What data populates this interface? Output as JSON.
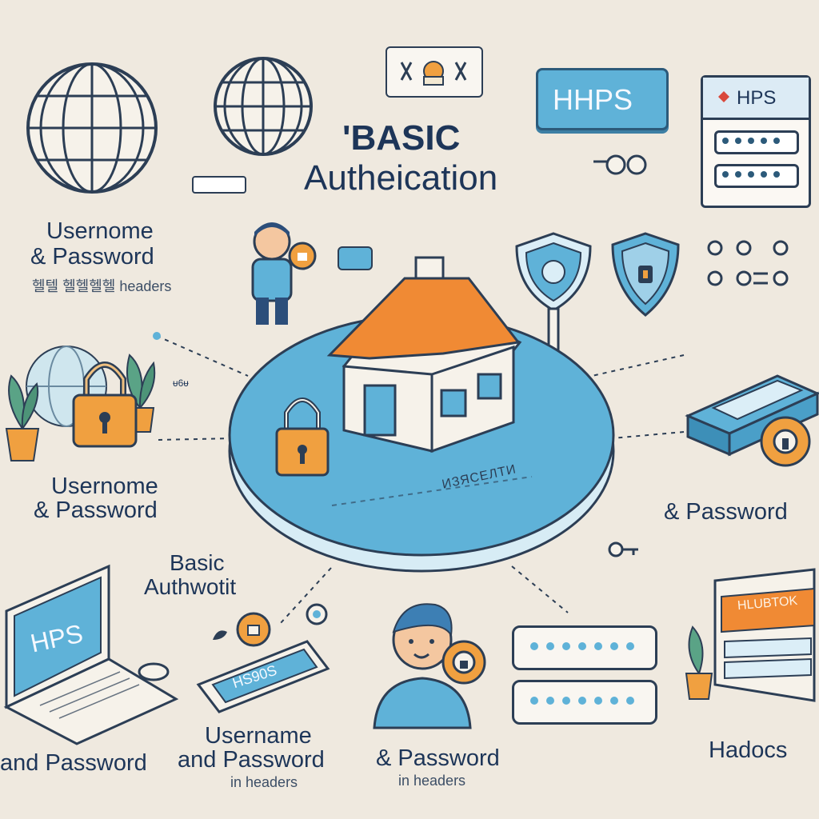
{
  "title": {
    "line1": "'BASIC",
    "line2": "Autheication"
  },
  "https_badge_top": "HHPS",
  "https_window_top": "HPS",
  "laptop_screen": "HPS",
  "tablet_screen": "HS90S",
  "banner_window": "HLUBTOK",
  "platform_label": "ИЗЯСЕЛТИ",
  "labels": {
    "top_left_1": "Usernome",
    "top_left_2": "& Password",
    "top_left_3": "헬텔 헬헬헬헬 headers",
    "mid_left_1": "Usernome",
    "mid_left_2": "& Password",
    "mid_right": "& Password",
    "basic_1": "Basic",
    "basic_2": "Authwotit",
    "bottom_left": "and Password",
    "bottom_center_1": "Username",
    "bottom_center_2": "and Password",
    "bottom_center_3": "in headers",
    "bottom_person_1": "& Password",
    "bottom_person_2": "in headers",
    "bottom_right": "Hadocs",
    "small_tag": "ᵾ6ᵾ"
  },
  "colors": {
    "background": "#efe9df",
    "primary_blue": "#5fb2d8",
    "dark_navy": "#1d3558",
    "orange": "#f08a34",
    "lock_orange": "#f0a040",
    "green_plant": "#5aa386"
  }
}
